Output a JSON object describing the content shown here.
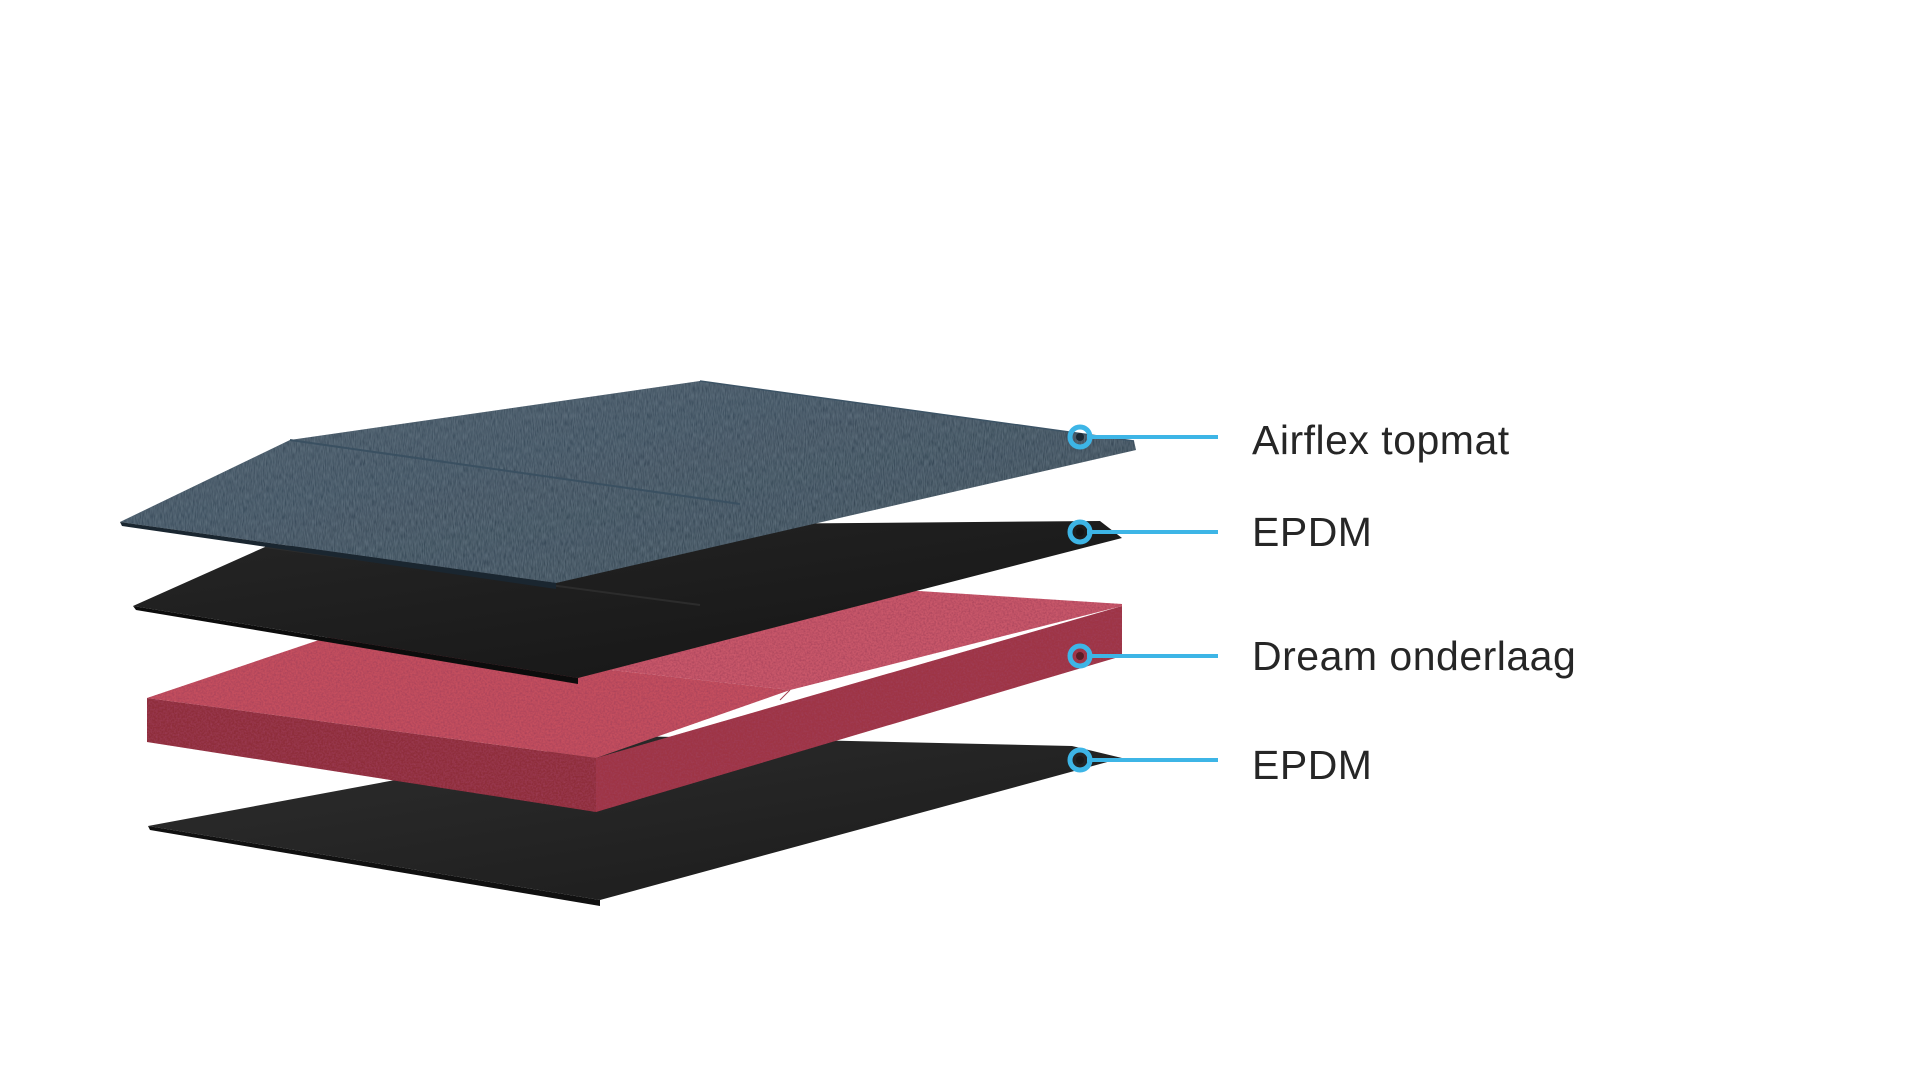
{
  "layers": [
    {
      "label": "Airflex topmat",
      "color": "#2e3f4d"
    },
    {
      "label": "EPDM",
      "color": "#1c1c1c"
    },
    {
      "label": "Dream onderlaag",
      "color": "#b94a58"
    },
    {
      "label": "EPDM",
      "color": "#222222"
    }
  ],
  "accent_color": "#3db5e6",
  "icons": {
    "callout_marker": "ring-dot-icon"
  }
}
